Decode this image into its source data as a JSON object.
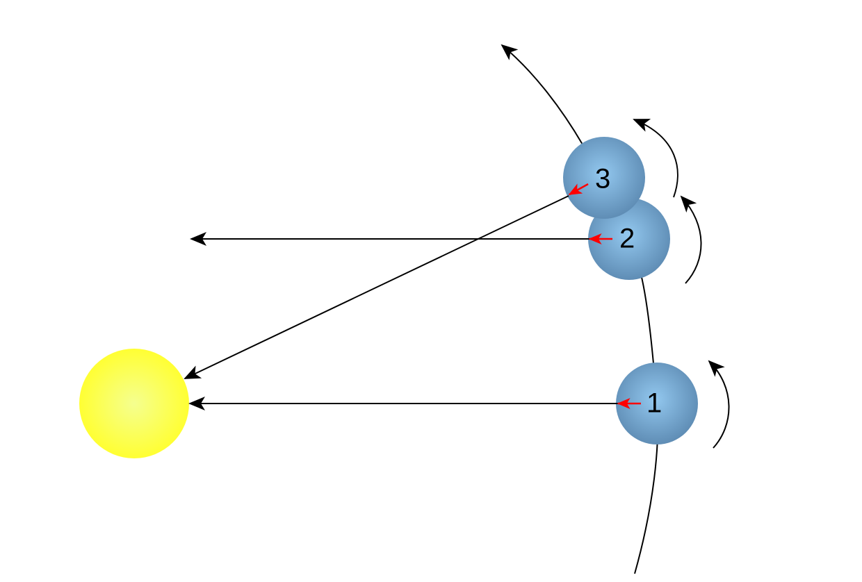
{
  "colors": {
    "sun": "#ffff33",
    "planet": "#6f9cc4",
    "pointer_arrow": "#ff0000",
    "line": "#000000"
  },
  "planets": [
    {
      "label": "1"
    },
    {
      "label": "2"
    },
    {
      "label": "3"
    }
  ]
}
